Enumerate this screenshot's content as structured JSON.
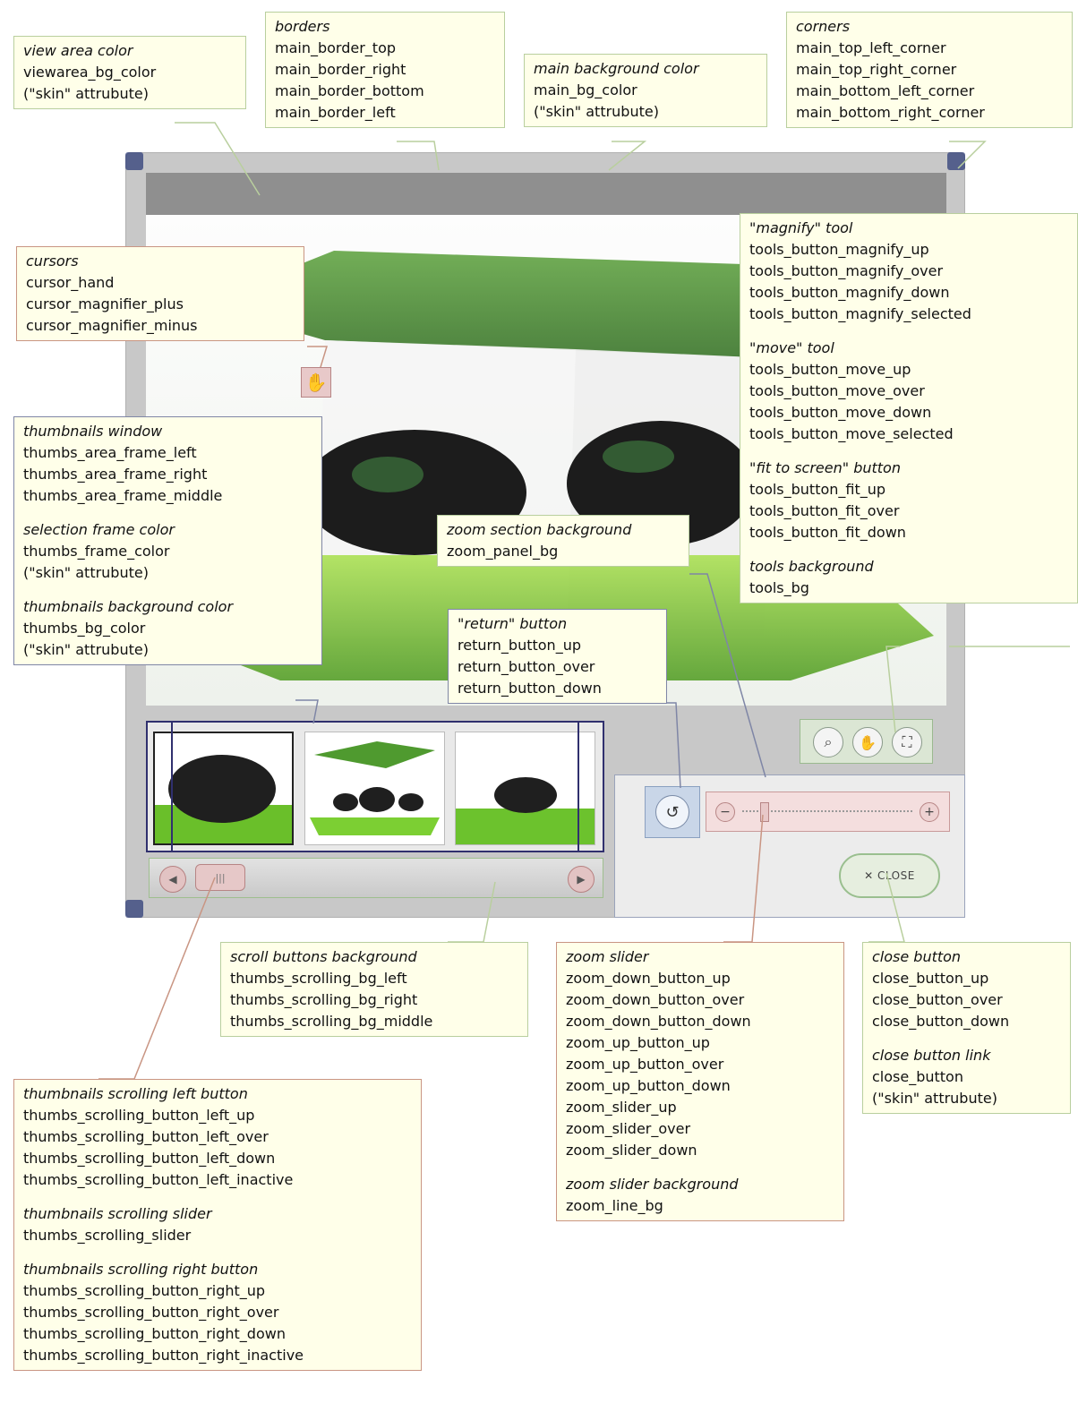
{
  "callouts": {
    "view_area": {
      "title": "view area color",
      "lines": [
        "viewarea_bg_color",
        "(\"skin\" attrubute)"
      ]
    },
    "borders": {
      "title": "borders",
      "lines": [
        "main_border_top",
        "main_border_right",
        "main_border_bottom",
        "main_border_left"
      ]
    },
    "main_bg": {
      "title": "main background color",
      "lines": [
        "main_bg_color",
        "(\"skin\" attrubute)"
      ]
    },
    "corners": {
      "title": "corners",
      "lines": [
        "main_top_left_corner",
        "main_top_right_corner",
        "main_bottom_left_corner",
        "main_bottom_right_corner"
      ]
    },
    "cursors": {
      "title": "cursors",
      "lines": [
        "cursor_hand",
        "cursor_magnifier_plus",
        "cursor_magnifier_minus"
      ]
    },
    "tools": {
      "magnify_title": "\"magnify\" tool",
      "magnify": [
        "tools_button_magnify_up",
        "tools_button_magnify_over",
        "tools_button_magnify_down",
        "tools_button_magnify_selected"
      ],
      "move_title": "\"move\" tool",
      "move": [
        "tools_button_move_up",
        "tools_button_move_over",
        "tools_button_move_down",
        "tools_button_move_selected"
      ],
      "fit_title": "\"fit to screen\" button",
      "fit": [
        "tools_button_fit_up",
        "tools_button_fit_over",
        "tools_button_fit_down"
      ],
      "bg_title": "tools background",
      "bg": [
        "tools_bg"
      ]
    },
    "thumbs": {
      "window_title": "thumbnails window",
      "window": [
        "thumbs_area_frame_left",
        "thumbs_area_frame_right",
        "thumbs_area_frame_middle"
      ],
      "frame_title": "selection frame color",
      "frame": [
        "thumbs_frame_color",
        "(\"skin\" attrubute)"
      ],
      "bg_title": "thumbnails background color",
      "bg": [
        "thumbs_bg_color",
        "(\"skin\" attrubute)"
      ]
    },
    "zoom_section": {
      "title": "zoom section background",
      "lines": [
        "zoom_panel_bg"
      ]
    },
    "return_btn": {
      "title": "\"return\" button",
      "lines": [
        "return_button_up",
        "return_button_over",
        "return_button_down"
      ]
    },
    "scroll_bg": {
      "title": "scroll buttons background",
      "lines": [
        "thumbs_scrolling_bg_left",
        "thumbs_scrolling_bg_right",
        "thumbs_scrolling_bg_middle"
      ]
    },
    "zoom_slider": {
      "title": "zoom slider",
      "lines": [
        "zoom_down_button_up",
        "zoom_down_button_over",
        "zoom_down_button_down",
        "zoom_up_button_up",
        "zoom_up_button_over",
        "zoom_up_button_down",
        "zoom_slider_up",
        "zoom_slider_over",
        "zoom_slider_down"
      ],
      "bg_title": "zoom slider background",
      "bg": [
        "zoom_line_bg"
      ]
    },
    "close": {
      "title": "close button",
      "lines": [
        "close_button_up",
        "close_button_over",
        "close_button_down"
      ],
      "link_title": "close button link",
      "link": [
        "close_button",
        "(\"skin\" attrubute)"
      ]
    },
    "scrolling": {
      "left_title": "thumbnails scrolling left button",
      "left": [
        "thumbs_scrolling_button_left_up",
        "thumbs_scrolling_button_left_over",
        "thumbs_scrolling_button_left_down",
        "thumbs_scrolling_button_left_inactive"
      ],
      "slider_title": "thumbnails scrolling slider",
      "slider": [
        "thumbs_scrolling_slider"
      ],
      "right_title": "thumbnails scrolling right button",
      "right": [
        "thumbs_scrolling_button_right_up",
        "thumbs_scrolling_button_right_over",
        "thumbs_scrolling_button_right_down",
        "thumbs_scrolling_button_right_inactive"
      ]
    }
  },
  "viewer": {
    "close_label": "CLOSE",
    "icons": {
      "return": "return-icon",
      "magnify": "magnifier-icon",
      "move": "hand-icon",
      "fit": "fit-screen-icon",
      "zoom_out": "minus-icon",
      "zoom_in": "plus-icon",
      "scroll_left": "arrow-left-icon",
      "scroll_right": "arrow-right-icon",
      "cursor": "hand-cursor-icon"
    }
  },
  "colors": {
    "accent_green": "#9abf8f",
    "accent_red": "#c99583",
    "accent_blue": "#7f86a6",
    "callout_bg": "#ffffe9",
    "frame": "#c8c8c8",
    "top_band": "#8f8f8f",
    "thumb_frame": "#30306e"
  }
}
